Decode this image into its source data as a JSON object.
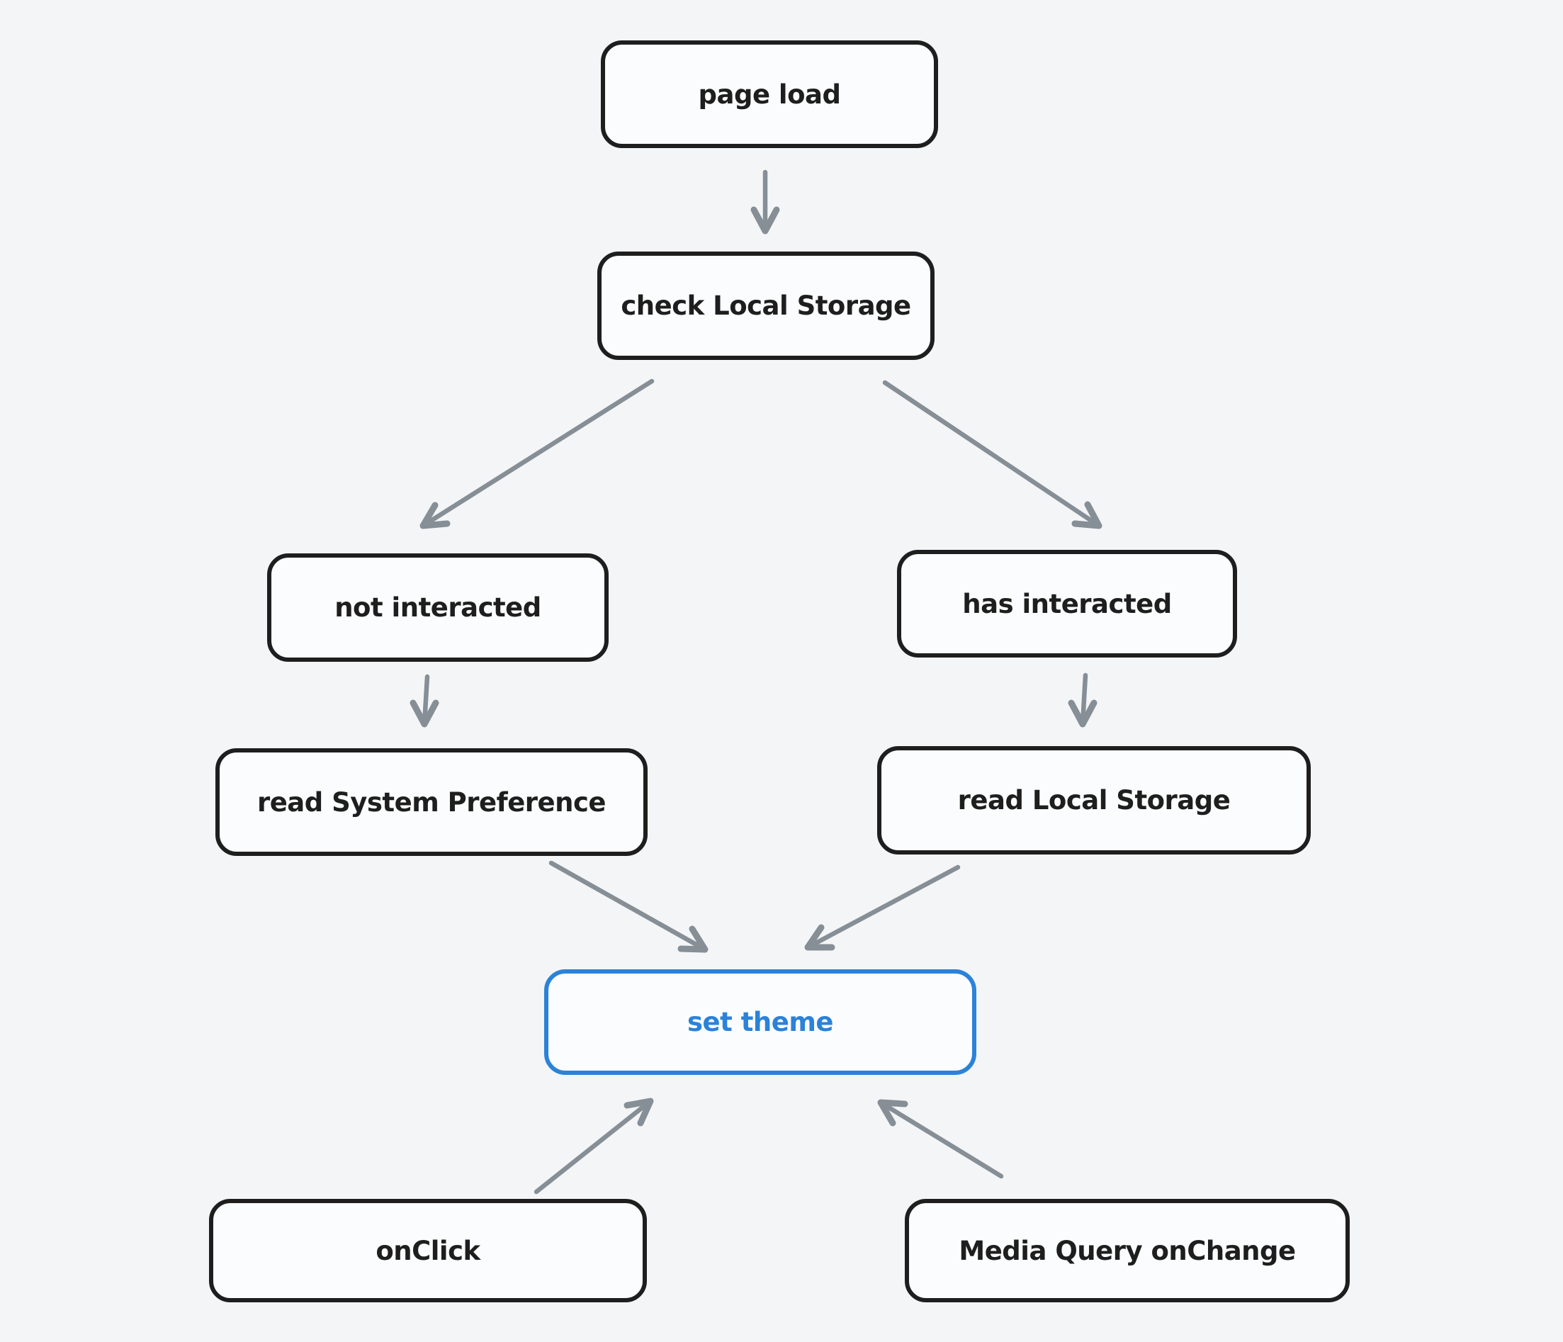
{
  "diagram": {
    "title": "theme selection flowchart",
    "colors": {
      "background": "#f4f5f7",
      "node_stroke": "#1e1e1e",
      "node_fill": "#fbfcfd",
      "accent_blue": "#2b82d9",
      "arrow_gray": "#868e96"
    },
    "nodes": {
      "page_load": {
        "label": "page load"
      },
      "check_local_storage": {
        "label": "check Local Storage"
      },
      "not_interacted": {
        "label": "not interacted"
      },
      "has_interacted": {
        "label": "has interacted"
      },
      "read_system_preference": {
        "label": "read System Preference"
      },
      "read_local_storage": {
        "label": "read Local Storage"
      },
      "set_theme": {
        "label": "set theme",
        "accent": "blue"
      },
      "on_click": {
        "label": "onClick"
      },
      "media_query_onchange": {
        "label": "Media Query onChange"
      }
    },
    "edges": [
      {
        "from": "page_load",
        "to": "check_local_storage"
      },
      {
        "from": "check_local_storage",
        "to": "not_interacted"
      },
      {
        "from": "check_local_storage",
        "to": "has_interacted"
      },
      {
        "from": "not_interacted",
        "to": "read_system_preference"
      },
      {
        "from": "has_interacted",
        "to": "read_local_storage"
      },
      {
        "from": "read_system_preference",
        "to": "set_theme"
      },
      {
        "from": "read_local_storage",
        "to": "set_theme"
      },
      {
        "from": "on_click",
        "to": "set_theme"
      },
      {
        "from": "media_query_onchange",
        "to": "set_theme"
      }
    ]
  }
}
